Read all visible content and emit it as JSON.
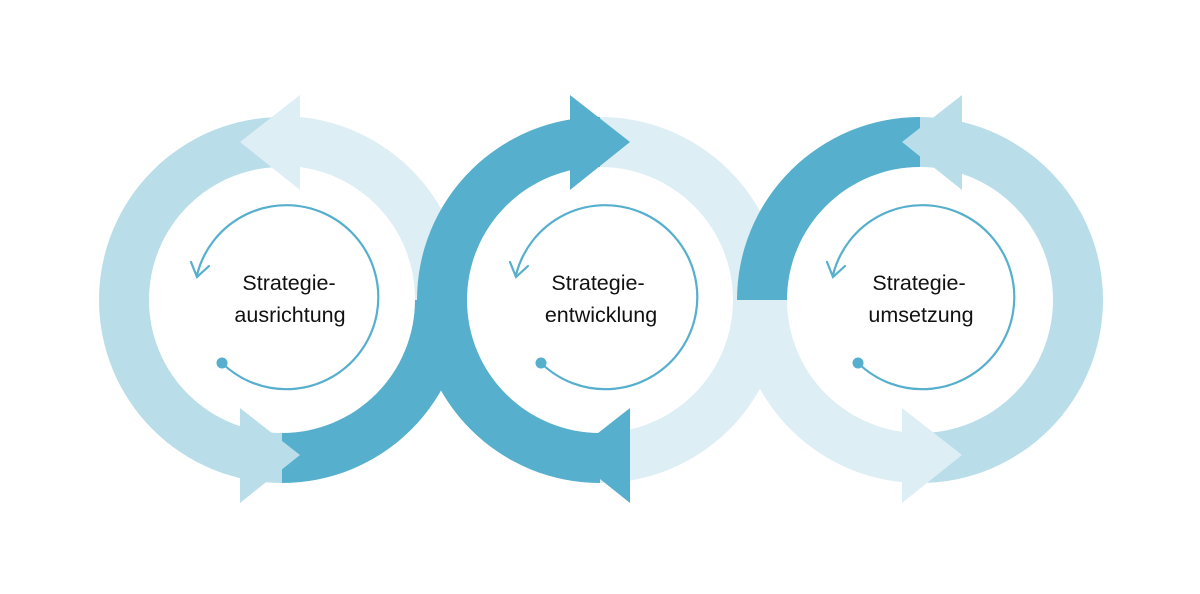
{
  "cycles": [
    {
      "line1": "Strategie-",
      "line2": "ausrichtung"
    },
    {
      "line1": "Strategie-",
      "line2": "entwicklung"
    },
    {
      "line1": "Strategie-",
      "line2": "umsetzung"
    }
  ],
  "colors": {
    "strong": "#55AFCD",
    "medium": "#B9DEEA",
    "light": "#DDEEF5",
    "inner_stroke": "#55AFCD",
    "label": "#111111"
  },
  "icons": {
    "inner_loop": "circular-arrow-icon",
    "big_arrows": "curved-arrow-icon"
  }
}
